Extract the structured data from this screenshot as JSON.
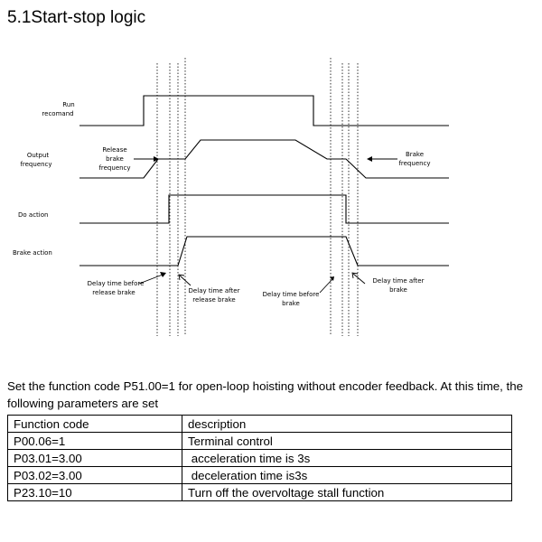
{
  "heading": "5.1Start-stop logic",
  "diagram": {
    "labels": {
      "run_1": "Run",
      "run_2": "recomand",
      "output_1": "Output",
      "output_2": "frequency",
      "do_action": "Do action",
      "brake_action": "Brake action",
      "release_1": "Release",
      "release_2": "brake",
      "release_3": "frequency",
      "brakefreq_1": "Brake",
      "brakefreq_2": "frequency",
      "delay_before_release_1": "Delay time before",
      "delay_before_release_2": "release brake",
      "delay_after_release_1": "Delay time after",
      "delay_after_release_2": "release brake",
      "delay_before_brake_1": "Delay time before",
      "delay_before_brake_2": "brake",
      "delay_after_brake_1": "Delay time after",
      "delay_after_brake_2": "brake"
    }
  },
  "paragraph": "Set the function code P51.00=1 for open-loop hoisting without encoder feedback. At this time, the following parameters are set",
  "table": {
    "header": [
      "Function code",
      "description"
    ],
    "rows": [
      [
        "P00.06=1",
        "Terminal control"
      ],
      [
        "P03.01=3.00",
        " acceleration time is 3s"
      ],
      [
        "P03.02=3.00",
        " deceleration time is3s"
      ],
      [
        "P23.10=10",
        "Turn off the overvoltage stall function"
      ]
    ]
  }
}
